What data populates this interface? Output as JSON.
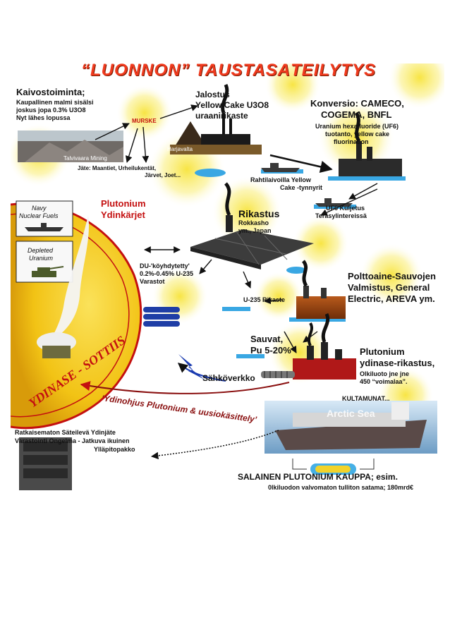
{
  "title": "“LUONNON” TAUSTASÄTEILYTYS",
  "mining": {
    "heading": "Kaivostoiminta;",
    "line1": "Kaupallinen malmi sisälsi",
    "line2": "joskus jopa 0.3% U3O8",
    "line3": "Nyt lähes lopussa",
    "photo_label": "Talvivaara Mining"
  },
  "murske": "MURSKE",
  "jalostus": {
    "line1": "Jalostus",
    "line2": "Yellow Cake U3O8",
    "line3": "uraanirikaste",
    "harjavalta": "Harjavalta"
  },
  "jate": {
    "line1": "Jäte: Maantiet, Urheilukentät,",
    "line2": "Järvet, Joet..."
  },
  "konversio": {
    "line1": "Konversio: CAMECO,",
    "line2": "COGEMA, BNFL",
    "line3": "Uranium hexafluoride (UF6)",
    "line4": "tuotanto, yellow cake",
    "line5": "fluorination"
  },
  "rahtilaivoilla": {
    "line1": "Rahtilaivoilla Yellow",
    "line2": "Cake -tynnyrit"
  },
  "uf6": {
    "line1": "UF6 Kuljetus",
    "line2": "Teräsylintereissä"
  },
  "rikastus": {
    "line1": "Rikastus",
    "line2": "Rokkasho",
    "line3": "ym., Japan"
  },
  "plutonium_ydinkarjet": {
    "line1": "Plutonium",
    "line2": "Ydinkärjet"
  },
  "navy": {
    "line1": "Navy",
    "line2": "Nuclear Fuels"
  },
  "depleted": {
    "line1": "Depleted",
    "line2": "Uranium"
  },
  "du": {
    "line1": "DU-'köyhdytetty'",
    "line2": "0.2%-0.45% U-235",
    "line3": "Varastot"
  },
  "u235": "U-235 Rikaste",
  "polttoaine": {
    "line1": "Polttoaine-Sauvojen",
    "line2": "Valmistus, General",
    "line3": "Electric, AREVA ym."
  },
  "sauvat": {
    "line1": "Sauvat,",
    "line2": "Pu 5-20%"
  },
  "plutonium_rikastus": {
    "line1": "Plutonium",
    "line2": "ydinase-rikastus,",
    "line3": "Olkiluoto jne jne",
    "line4": "450 “voimalaa”."
  },
  "sahkoverkko": "Sähköverkko",
  "ydinohjus": "‘Ydinohjus Plutonium & uusiokäsittely’",
  "sun_text": "YDINASE - SOTTIIS",
  "kultamunat": "KULTAMUNAT...",
  "ship_label": "Arctic Sea",
  "ratkaisematon": {
    "line1": "Ratkaisematon Säteilevä Ydinjäte",
    "line2": "Varastointi Ongelma - Jatkuva ikuinen",
    "line3": "Ylläpitopakko"
  },
  "salainen": {
    "line1": "SALAINEN PLUTONIUM KAUPPA; esim.",
    "line2": "0lkiluodon valvomaton tulliton satama; 180mrd€"
  },
  "colors": {
    "title_red": "#f03a1e",
    "sun_yellow": "#f6d21a",
    "accent_red": "#cc1111",
    "water_blue": "#2aa4e0"
  }
}
